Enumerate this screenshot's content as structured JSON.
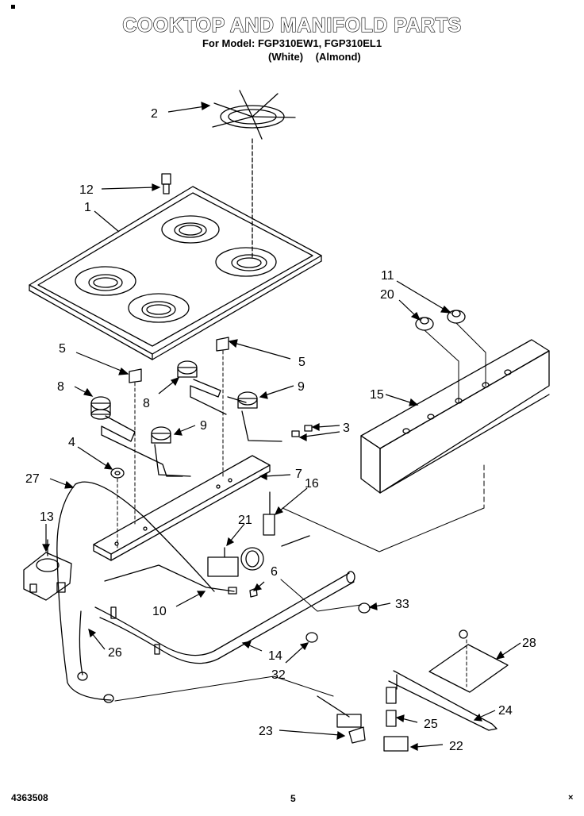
{
  "header": {
    "title": "COOKTOP AND MANIFOLD PARTS",
    "subtitle": "For Model: FGP310EW1, FGP310EL1",
    "variants": [
      "(White)",
      "(Almond)"
    ]
  },
  "callouts": [
    "2",
    "12",
    "1",
    "11",
    "20",
    "5",
    "5",
    "8",
    "8",
    "9",
    "9",
    "3",
    "15",
    "4",
    "27",
    "7",
    "16",
    "13",
    "21",
    "6",
    "10",
    "33",
    "26",
    "14",
    "32",
    "28",
    "24",
    "25",
    "23",
    "22"
  ],
  "footer": {
    "part_number": "4363508",
    "page_number": "5",
    "mark": "×"
  }
}
